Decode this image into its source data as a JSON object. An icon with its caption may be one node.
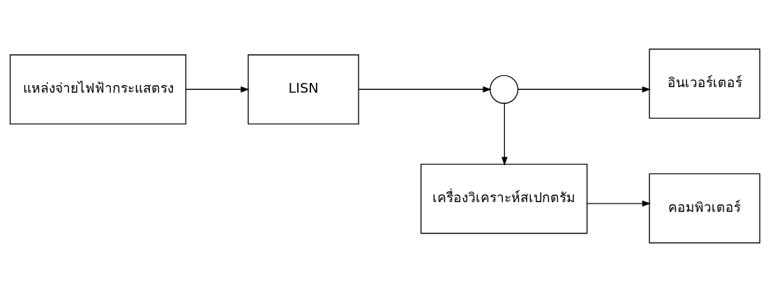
{
  "diagram": {
    "nodes": [
      {
        "text": [
          "แหล่งจ่ายไฟฟ้ากระแสตรง"
        ]
      },
      {
        "text": [
          "LISN"
        ]
      },
      {
        "text": [],
        "shape": "circle"
      },
      {
        "text": [
          "อินเวอร์เตอร์"
        ]
      },
      {
        "text": [
          "เครื่องวิเคราะห์สเปกตรัม"
        ]
      },
      {
        "text": [
          "คอมพิวเตอร์"
        ]
      }
    ],
    "edges": [
      {
        "from": 0,
        "to": 1,
        "arrow": "to"
      },
      {
        "from": 1,
        "to": 2,
        "arrow": "to"
      },
      {
        "from": 2,
        "to": 3,
        "arrow": "to"
      },
      {
        "from": 2,
        "to": 4,
        "arrow": "to"
      },
      {
        "from": 4,
        "to": 5,
        "arrow": "to"
      }
    ]
  }
}
